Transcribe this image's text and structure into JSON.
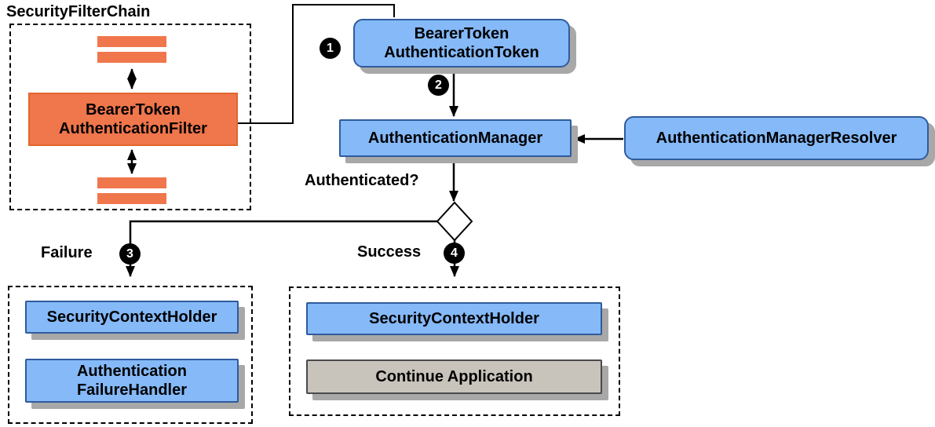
{
  "diagram": {
    "filter_chain": {
      "title": "SecurityFilterChain",
      "filter_label": "BearerToken\nAuthenticationFilter"
    },
    "nodes": {
      "token": "BearerToken\nAuthenticationToken",
      "manager": "AuthenticationManager",
      "resolver": "AuthenticationManagerResolver",
      "sch_failure": "SecurityContextHolder",
      "failure_handler": "Authentication\nFailureHandler",
      "sch_success": "SecurityContextHolder",
      "continue_app": "Continue Application"
    },
    "labels": {
      "authenticated": "Authenticated?",
      "failure": "Failure",
      "success": "Success"
    },
    "badges": [
      "1",
      "2",
      "3",
      "4"
    ],
    "colors": {
      "orange": "#F0764B",
      "blue_fill": "#85B9F8",
      "blue_border": "#2F5B9D",
      "gray_fill": "#C8C3BB",
      "shadow": "#A8A8A8",
      "badge_bg": "#000000"
    }
  }
}
